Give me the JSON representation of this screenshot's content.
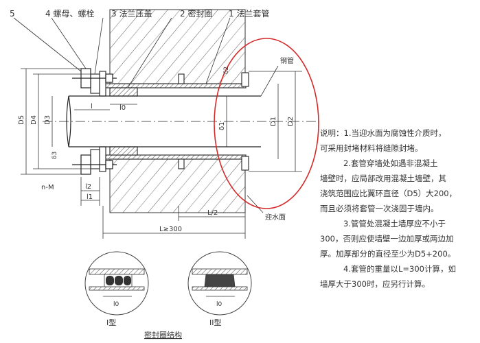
{
  "parts": {
    "p5": "5",
    "p4": "4 螺母、螺栓",
    "p3": "3 法兰压盖",
    "p2": "2 密封圈",
    "p1": "1 法兰套管"
  },
  "labels": {
    "steel_pipe": "钢管",
    "water_face": "迎水面",
    "seal_structure": "密封圈结构",
    "type1": "I型",
    "type2": "II型",
    "nM": "n-M"
  },
  "dims": {
    "D5": "D5",
    "D4": "D4",
    "D3": "D3",
    "D1": "D1",
    "D2": "D2",
    "d3": "δ3",
    "d1": "δ1",
    "d2": "δ2",
    "l": "l",
    "l0": "l0",
    "l1": "l1",
    "l2": "l2",
    "L2": "L/2",
    "L300": "L≥300",
    "l0_1": "l0",
    "l0_2": "l0"
  },
  "notes": {
    "n1a": "说明：1.当迎水面为腐蚀性介质时，",
    "n1b": "可采用封堵材料将缝隙封堵。",
    "n2a": "2.套管穿墙处如遇非混凝土",
    "n2b": "墙壁时，应局部改用混凝土墙壁，其",
    "n2c": "浇筑范围应比翼环直径（D5）大200，",
    "n2d": "而且必须将套管一次浇固于墙内。",
    "n3a": "3.管管处混凝土墙厚应不小于",
    "n3b": "300，否则应使墙壁一边加厚或两边加",
    "n3c": "厚。加厚部分的直径至少为D5+200。",
    "n4a": "4.套管的重量以L=300计算，如",
    "n4b": "墙厚大于300时，应另行计算。"
  },
  "colors": {
    "ellipse": "#d42a2a",
    "line": "#333333",
    "seal": "#555555"
  }
}
